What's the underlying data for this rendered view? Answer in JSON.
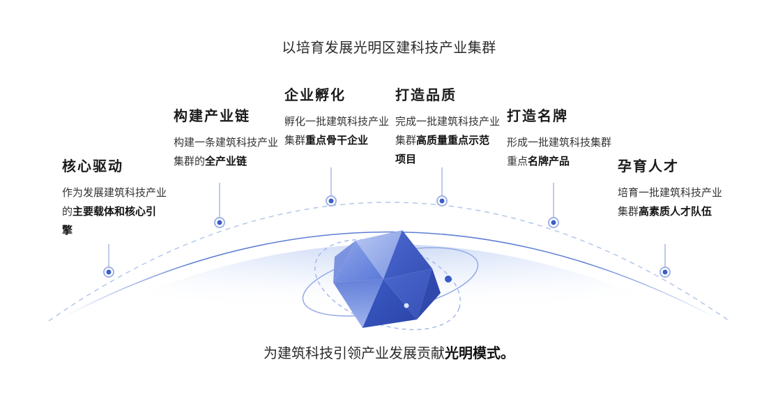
{
  "header": {
    "title": "以培育发展光明区建科技产业集群"
  },
  "footer": {
    "caption_plain": "为建筑科技引领产业发展贡献",
    "caption_bold": "光明模式。"
  },
  "items": [
    {
      "title": "核心驱动",
      "desc": [
        {
          "t": "作为发展建筑科技产业的",
          "b": false
        },
        {
          "t": "主要载体和核心引擎",
          "b": true
        }
      ]
    },
    {
      "title": "构建产业链",
      "desc": [
        {
          "t": "构建一条建筑科技产业集群的",
          "b": false
        },
        {
          "t": "全产业链",
          "b": true
        }
      ]
    },
    {
      "title": "企业孵化",
      "desc": [
        {
          "t": "孵化一批建筑科技产业集群",
          "b": false
        },
        {
          "t": "重点骨干企业",
          "b": true
        }
      ]
    },
    {
      "title": "打造品质",
      "desc": [
        {
          "t": "完成一批建筑科技产业集群",
          "b": false
        },
        {
          "t": "高质量重点示范项目",
          "b": true
        }
      ]
    },
    {
      "title": "打造名牌",
      "desc": [
        {
          "t": "形成一批建筑科技集群重点",
          "b": false
        },
        {
          "t": "名牌产品",
          "b": true
        }
      ]
    },
    {
      "title": "孕育人才",
      "desc": [
        {
          "t": "培育一批建筑科技产业集群",
          "b": false
        },
        {
          "t": "高素质人才队伍",
          "b": true
        }
      ]
    }
  ],
  "colors": {
    "accent": "#3a5fc8",
    "dashed_arc": "#b3c7ea",
    "dome_edge": "#4a6fd0",
    "text": "#222222"
  }
}
